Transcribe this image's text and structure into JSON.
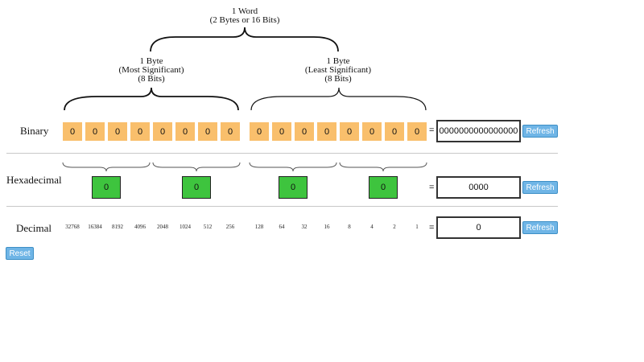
{
  "word": {
    "line1": "1 Word",
    "line2": "(2 Bytes or 16 Bits)"
  },
  "msb": {
    "line1": "1 Byte",
    "line2": "(Most Significant)",
    "line3": "(8 Bits)"
  },
  "lsb": {
    "line1": "1 Byte",
    "line2": "(Least Significant)",
    "line3": "(8 Bits)"
  },
  "rows": {
    "binary": {
      "label": "Binary",
      "equals": "=",
      "value": "0000000000000000",
      "refresh": "Refresh"
    },
    "hexadecimal": {
      "label": "Hexadecimal",
      "equals": "=",
      "value": "0000",
      "refresh": "Refresh"
    },
    "decimal": {
      "label": "Decimal",
      "equals": "=",
      "value": "0",
      "refresh": "Refresh"
    }
  },
  "bits": [
    "0",
    "0",
    "0",
    "0",
    "0",
    "0",
    "0",
    "0",
    "0",
    "0",
    "0",
    "0",
    "0",
    "0",
    "0",
    "0"
  ],
  "nibbles": [
    "0",
    "0",
    "0",
    "0"
  ],
  "place_values": [
    "32768",
    "16384",
    "8192",
    "4096",
    "2048",
    "1024",
    "512",
    "256",
    "128",
    "64",
    "32",
    "16",
    "8",
    "4",
    "2",
    "1"
  ],
  "reset": "Reset",
  "colors": {
    "bit": "#f9bf6c",
    "nibble": "#3ec43e",
    "button": "#6fb5e6"
  }
}
